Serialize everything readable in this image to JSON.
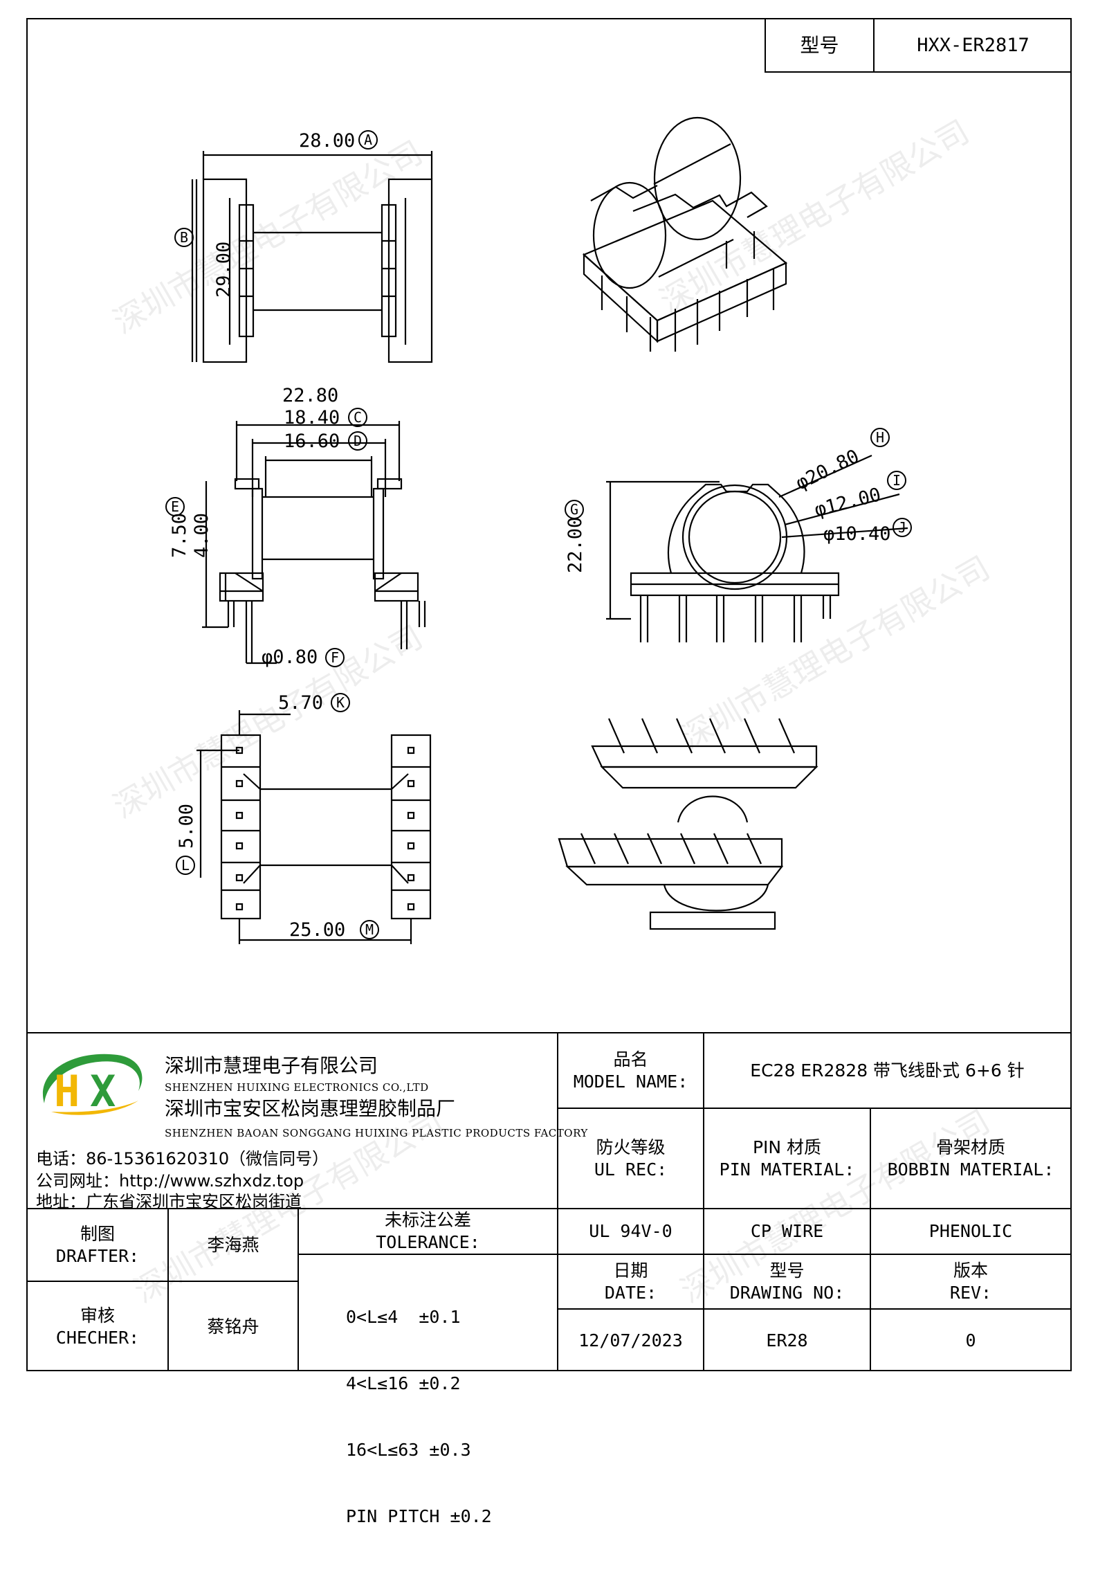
{
  "model_label": "型号",
  "model_value": "HXX-ER2817",
  "dimensions": {
    "A": {
      "value": "28.00",
      "letter": "A"
    },
    "B": {
      "value": "29.00",
      "letter": "B"
    },
    "overall_width": "22.80",
    "C": {
      "value": "18.40",
      "letter": "C"
    },
    "D": {
      "value": "16.60",
      "letter": "D"
    },
    "E": {
      "value": "7.50",
      "letter": "E"
    },
    "flange_height": "4.00",
    "F": {
      "value": "φ0.80",
      "letter": "F"
    },
    "K": {
      "value": "5.70",
      "letter": "K"
    },
    "L": {
      "value": "5.00",
      "letter": "L"
    },
    "M": {
      "value": "25.00",
      "letter": "M"
    },
    "G": {
      "value": "22.00",
      "letter": "G"
    },
    "H": {
      "value": "φ20.80",
      "letter": "H"
    },
    "I": {
      "value": "φ12.00",
      "letter": "I"
    },
    "J": {
      "value": "φ10.40",
      "letter": "J"
    }
  },
  "company": {
    "name_cn": "深圳市慧理电子有限公司",
    "name_en": "SHENZHEN HUIXING ELECTRONICS CO.,LTD",
    "factory_cn": "深圳市宝安区松岗惠理塑胶制品厂",
    "factory_en": "SHENZHEN BAOAN SONGGANG HUIXING PLASTIC PRODUCTS FACTORY",
    "phone": "电话：86-15361620310（微信同号）",
    "website": "公司网址：http://www.szhxdz.top",
    "address": "地址：广东省深圳市宝安区松岗街道",
    "logo_letters": "HX",
    "logo_colors": {
      "h": "#f2b705",
      "x": "#2e9b3a"
    }
  },
  "watermark": "深圳市慧理电子有限公司",
  "titleblock": {
    "model_name_cn": "品名",
    "model_name_en": "MODEL NAME:",
    "model_name_value": "EC28 ER2828 带飞线卧式 6+6 针",
    "fire_cn": "防火等级",
    "fire_en": "UL REC:",
    "fire_value": "UL 94V-0",
    "pin_cn": "PIN 材质",
    "pin_en": "PIN MATERIAL:",
    "pin_value": "CP WIRE",
    "bobbin_cn": "骨架材质",
    "bobbin_en": "BOBBIN MATERIAL:",
    "bobbin_value": "PHENOLIC",
    "drafter_cn": "制图",
    "drafter_en": "DRAFTER:",
    "drafter_value": "李海燕",
    "checker_cn": "审核",
    "checker_en": "CHECHER:",
    "checker_value": "蔡铭舟",
    "tolerance_cn": "未标注公差",
    "tolerance_en": "TOLERANCE:",
    "tolerances": [
      "0<L≤4  ±0.1",
      "4<L≤16 ±0.2",
      "16<L≤63 ±0.3",
      "PIN PITCH ±0.2"
    ],
    "date_cn": "日期",
    "date_en": "DATE:",
    "date_value": "12/07/2023",
    "drawing_cn": "型号",
    "drawing_en": "DRAWING NO:",
    "drawing_value": "ER28",
    "rev_cn": "版本",
    "rev_en": "REV:",
    "rev_value": "0"
  }
}
